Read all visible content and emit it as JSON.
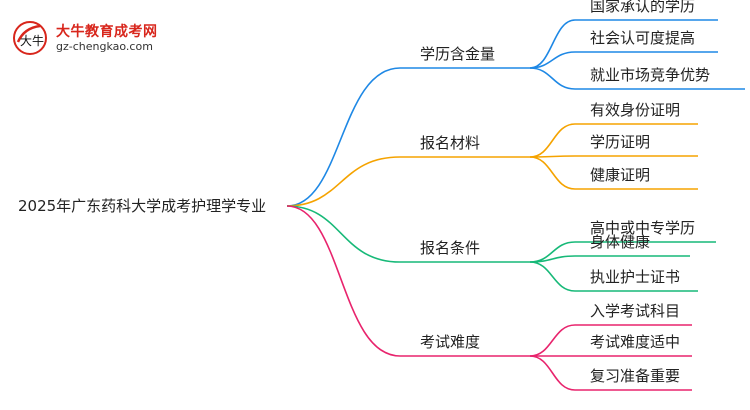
{
  "logo": {
    "name": "大牛教育成考网",
    "url": "gz-chengkao.com",
    "mark_text": "大牛"
  },
  "mindmap": {
    "root": "2025年广东药科大学成考护理学专业",
    "branches": [
      {
        "label": "学历含金量",
        "color": "#1e88e5",
        "children": [
          "国家承认的学历",
          "社会认可度提高",
          "就业市场竞争优势"
        ]
      },
      {
        "label": "报名材料",
        "color": "#f5a300",
        "children": [
          "有效身份证明",
          "学历证明",
          "健康证明"
        ]
      },
      {
        "label": "报名条件",
        "color": "#17b978",
        "children": [
          "高中或中专学历",
          "身体健康",
          "执业护士证书"
        ]
      },
      {
        "label": "考试难度",
        "color": "#e8246d",
        "children": [
          "入学考试科目",
          "考试难度适中",
          "复习准备重要"
        ]
      }
    ]
  }
}
